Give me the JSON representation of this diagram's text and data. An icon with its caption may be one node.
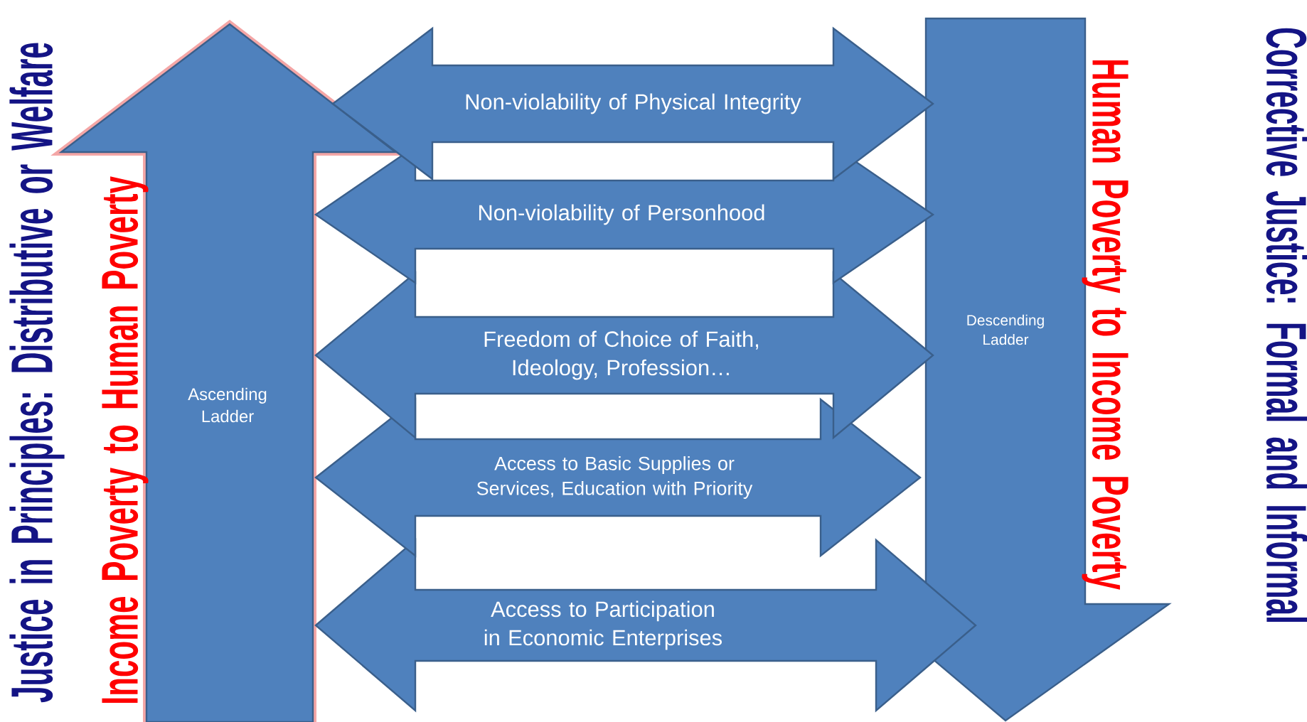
{
  "diagram": {
    "nodes": [
      {
        "text": [
          "Ascending Ladder"
        ]
      },
      {
        "text": [
          "Non-violability of Physical Integrity"
        ]
      },
      {
        "text": [
          "Non-violability of Personhood"
        ]
      },
      {
        "text": [
          "Freedom of Choice of Faith, Ideology, Profession…"
        ]
      },
      {
        "text": [
          "Access to Basic Supplies or Services, Education with Priority"
        ]
      },
      {
        "text": [
          "Access to Participation in Economic Enterprises"
        ]
      },
      {
        "text": [
          "Descending Ladder"
        ]
      }
    ],
    "labels": [
      "Justice in Principles: Distributive or Welfare",
      "Income Poverty to Human Poverty",
      "Human Poverty to Income Poverty",
      "Corrective Justice: Formal and Informal"
    ]
  }
}
